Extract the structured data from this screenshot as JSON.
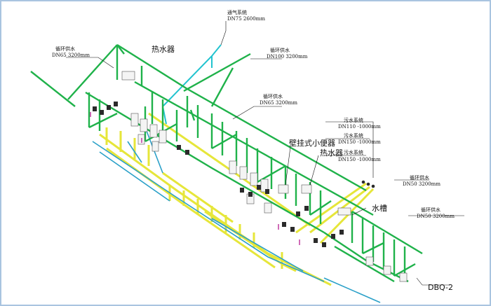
{
  "labels": {
    "vent_system": "通气系统",
    "vent_spec": "DN75 2600mm",
    "supply_dn65_title": "循环供水",
    "supply_dn65_spec": "DN65 3200mm",
    "heater_top": "热水器",
    "supply_dn100_title": "循环供水",
    "supply_dn100_spec": "DN100 3200mm",
    "supply_dn65b_title": "循环供水",
    "supply_dn65b_spec": "DN65 3200mm",
    "sewage1_title": "污水系统",
    "sewage1_spec": "DN110 -1000mm",
    "sewage2_title": "污水系统",
    "sewage2_spec": "DN150 -1000mm",
    "sewage3_title": "污水系统",
    "sewage3_spec": "DN150 -1000mm",
    "urinal": "壁挂式小便器",
    "heater_mid": "热水器",
    "supply_dn50a_title": "循环供水",
    "supply_dn50a_spec": "DN50 3200mm",
    "sink": "水槽",
    "supply_dn50b_title": "循环供水",
    "supply_dn50b_spec": "DN50 3200mm",
    "tag": "DBQ-2"
  },
  "colors": {
    "supply": "#1fb24a",
    "vent": "#22c3cf",
    "sewage": "#e6e63a",
    "return": "#2aa0c8",
    "leader": "#111111",
    "frame": "#a9c4e0"
  }
}
